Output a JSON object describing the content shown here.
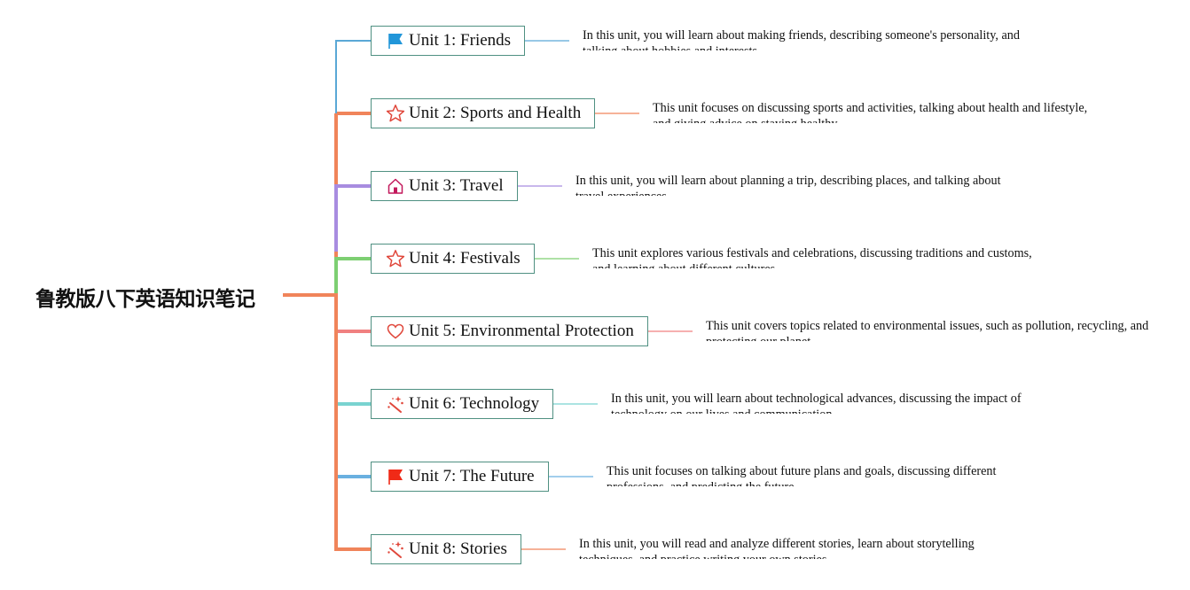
{
  "root": {
    "title": "鲁教版八下英语知识笔记",
    "color": "#f0845a"
  },
  "units": [
    {
      "label": "Unit 1: Friends",
      "icon": "flag-icon",
      "icon_color": "#2196d9",
      "branch_color": "#5aa8d6",
      "desc": "In this unit, you will learn about making friends, describing someone's personality, and talking about hobbies and interests."
    },
    {
      "label": "Unit 2: Sports and Health",
      "icon": "star-icon",
      "icon_color": "#e0483c",
      "branch_color": "#f0845a",
      "desc": "This unit focuses on discussing sports and activities, talking about health and lifestyle, and giving advice on staying healthy."
    },
    {
      "label": "Unit 3: Travel",
      "icon": "home-icon",
      "icon_color": "#c2185b",
      "branch_color": "#a88ce0",
      "desc": "In this unit, you will learn about planning a trip, describing places, and talking about travel experiences."
    },
    {
      "label": "Unit 4: Festivals",
      "icon": "star-icon",
      "icon_color": "#e0483c",
      "branch_color": "#7dcf72",
      "desc": "This unit explores various festivals and celebrations, discussing traditions and customs, and learning about different cultures."
    },
    {
      "label": "Unit 5: Environmental Protection",
      "icon": "heart-icon",
      "icon_color": "#e0483c",
      "branch_color": "#f08080",
      "desc": "This unit covers topics related to environmental issues, such as pollution, recycling, and protecting our planet."
    },
    {
      "label": "Unit 6: Technology",
      "icon": "magic-wand-icon",
      "icon_color": "#e0483c",
      "branch_color": "#79d3d0",
      "desc": "In this unit, you will learn about technological advances, discussing the impact of technology on our lives and communication."
    },
    {
      "label": "Unit 7: The Future",
      "icon": "flag-icon",
      "icon_color": "#f02a17",
      "branch_color": "#6ab0e0",
      "desc": "This unit focuses on talking about future plans and goals, discussing different professions, and predicting the future."
    },
    {
      "label": "Unit 8: Stories",
      "icon": "magic-wand-icon",
      "icon_color": "#e0483c",
      "branch_color": "#f0845a",
      "desc": "In this unit, you will read and analyze different stories, learn about storytelling techniques, and practice writing your own stories."
    }
  ]
}
